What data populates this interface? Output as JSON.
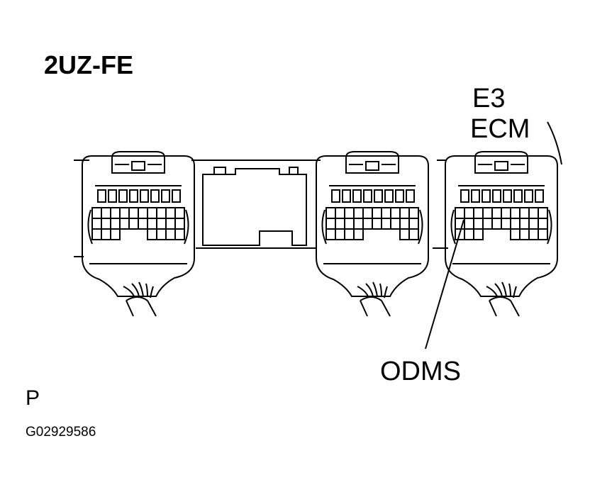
{
  "title": "2UZ-FE",
  "connector": {
    "id": "E3",
    "name": "ECM"
  },
  "terminal_label": "ODMS",
  "page_letter": "P",
  "figure_code": "G02929586"
}
